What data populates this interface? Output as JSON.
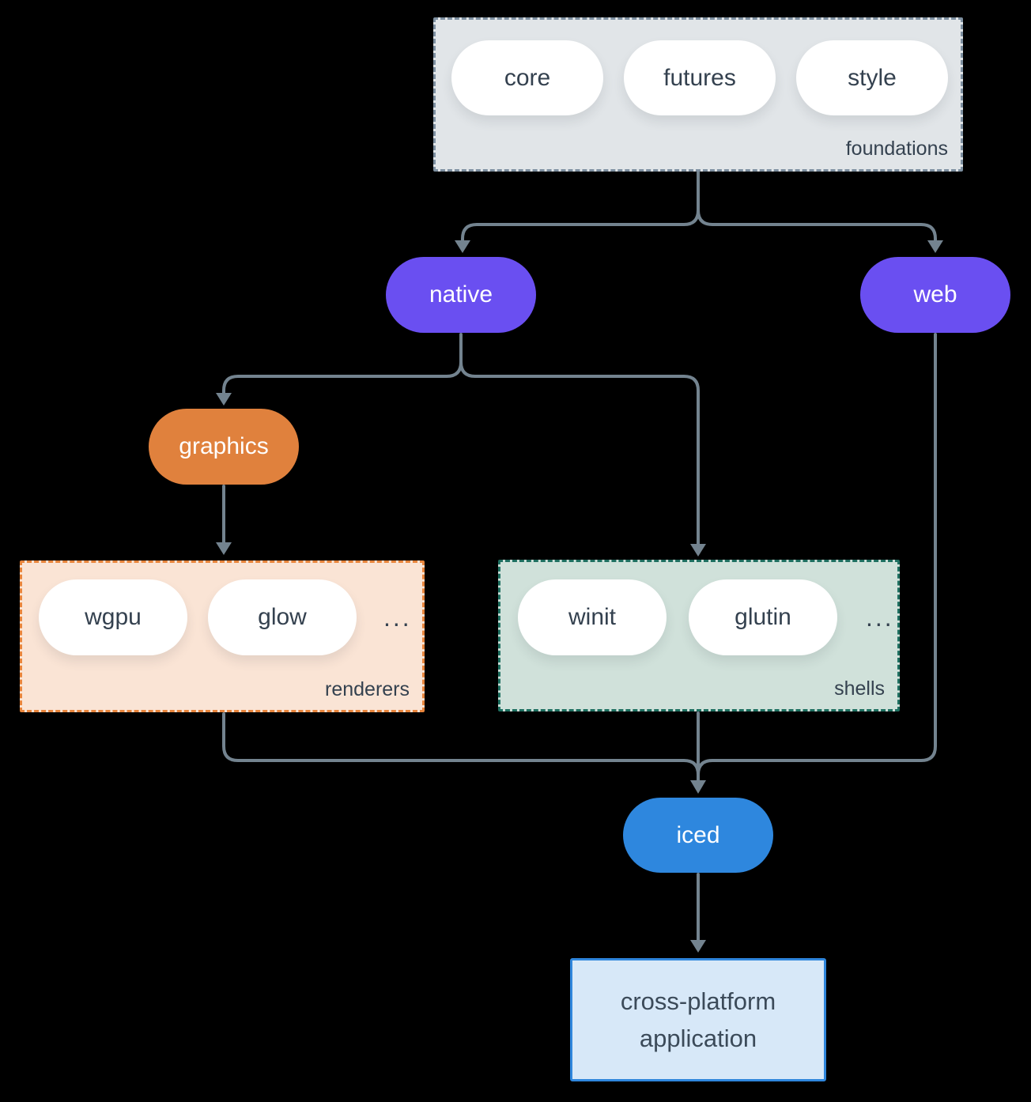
{
  "colors": {
    "purple": "#6a4ff1",
    "orange": "#e0813d",
    "blue": "#2e87de",
    "arrow": "#73838f",
    "dark_text": "#34414f",
    "foundations_fill": "#e1e5e8",
    "foundations_border": "#7d8fa0",
    "renderers_fill": "#fae4d5",
    "renderers_border": "#e8853c",
    "shells_fill": "#d0e1da",
    "shells_border": "#1e6f60",
    "app_fill": "#d7e8f8",
    "app_border": "#2f86dc"
  },
  "groups": {
    "foundations": {
      "label": "foundations",
      "items": [
        "core",
        "futures",
        "style"
      ]
    },
    "renderers": {
      "label": "renderers",
      "items": [
        "wgpu",
        "glow"
      ],
      "more": "..."
    },
    "shells": {
      "label": "shells",
      "items": [
        "winit",
        "glutin"
      ],
      "more": "..."
    }
  },
  "nodes": {
    "native": "native",
    "web": "web",
    "graphics": "graphics",
    "iced": "iced",
    "application": {
      "line1": "cross-platform",
      "line2": "application"
    }
  }
}
